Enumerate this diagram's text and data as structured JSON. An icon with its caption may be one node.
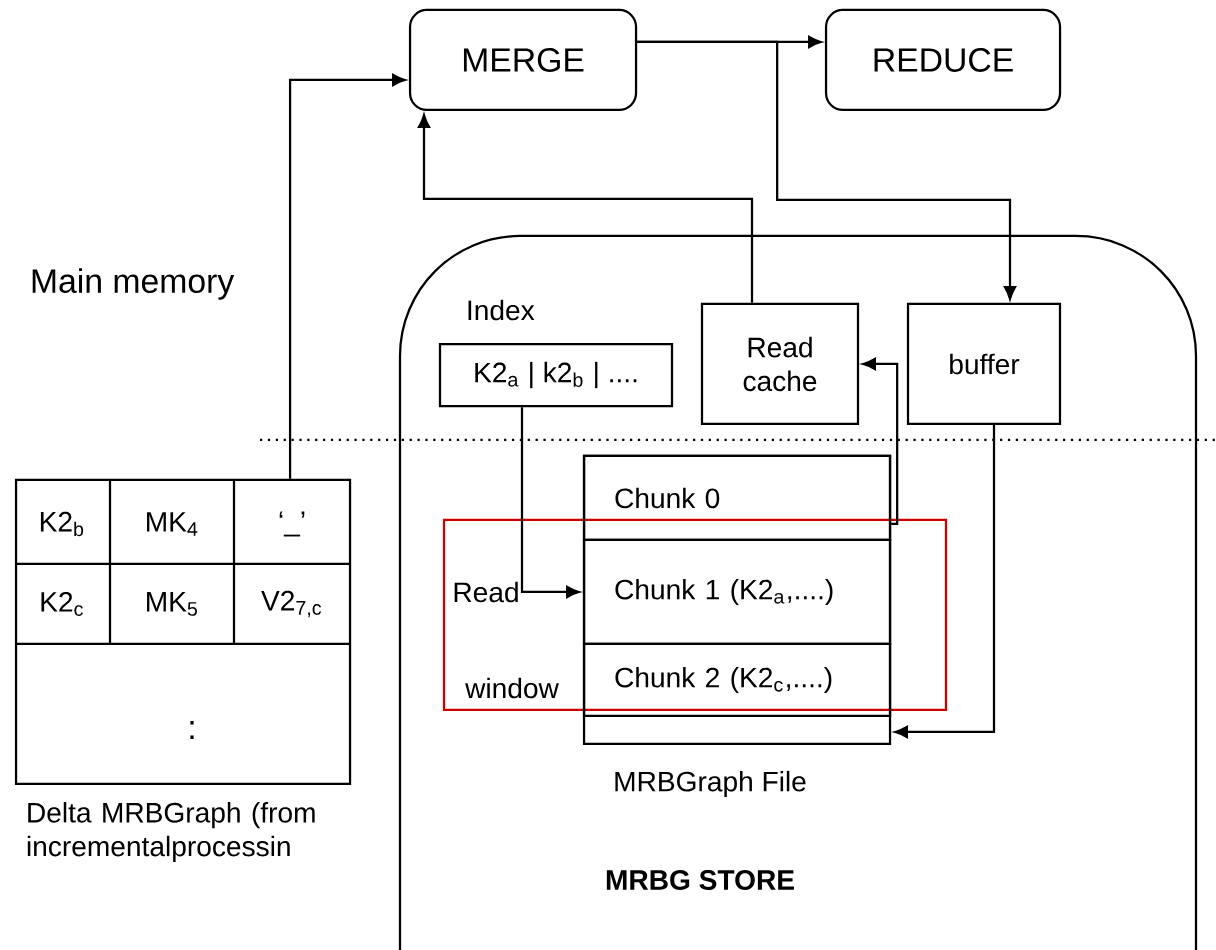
{
  "diagram": {
    "nodes": [
      {
        "text": [
          "MERGE"
        ]
      },
      {
        "text": [
          "REDUCE"
        ]
      },
      {
        "text": [
          "MRBG STORE"
        ]
      },
      {
        "text": [
          "Index",
          "K2$_{a}$ | k2$_{b}$ | ...."
        ],
        "in": 2
      },
      {
        "text": [
          "Read cache"
        ],
        "in": 2
      },
      {
        "text": [
          "buffer"
        ],
        "in": 2
      },
      {
        "text": [],
        "shape": "box",
        "in": 2,
        "beside": [
          "MRBGraph File"
        ]
      },
      {
        "text": [
          "Chunk 0"
        ],
        "in": 6
      },
      {
        "text": [
          "Chunk 1 (K2$_{a}$,....)"
        ],
        "in": 6
      },
      {
        "text": [
          "Chunk 2 (K2$_{c}$,....)"
        ],
        "in": 6
      },
      {
        "text": [],
        "shape": "box",
        "beside": [
          "Delta MRBGraph (from incrementalprocessin"
        ]
      }
    ],
    "edges": [
      {
        "from": 10,
        "to": 0,
        "arrow": "to"
      },
      {
        "from": 4,
        "to": 0,
        "arrow": "to"
      },
      {
        "from": 0,
        "to": 1,
        "arrow": "to"
      },
      {
        "from": 0,
        "to": 5,
        "arrow": "to"
      },
      {
        "from": 5,
        "to": 6,
        "arrow": "to"
      },
      {
        "from": 6,
        "to": 4,
        "arrow": "to"
      },
      {
        "from": 3,
        "to": 8,
        "arrow": "to"
      }
    ],
    "labels": [
      "Main memory",
      "K2$_{b}$",
      "MK$_{4}$",
      "‘_’",
      "Read",
      "K2$_{c}$",
      "MK$_{5}$",
      "V2$_{7,c}$",
      "window",
      ":"
    ]
  }
}
